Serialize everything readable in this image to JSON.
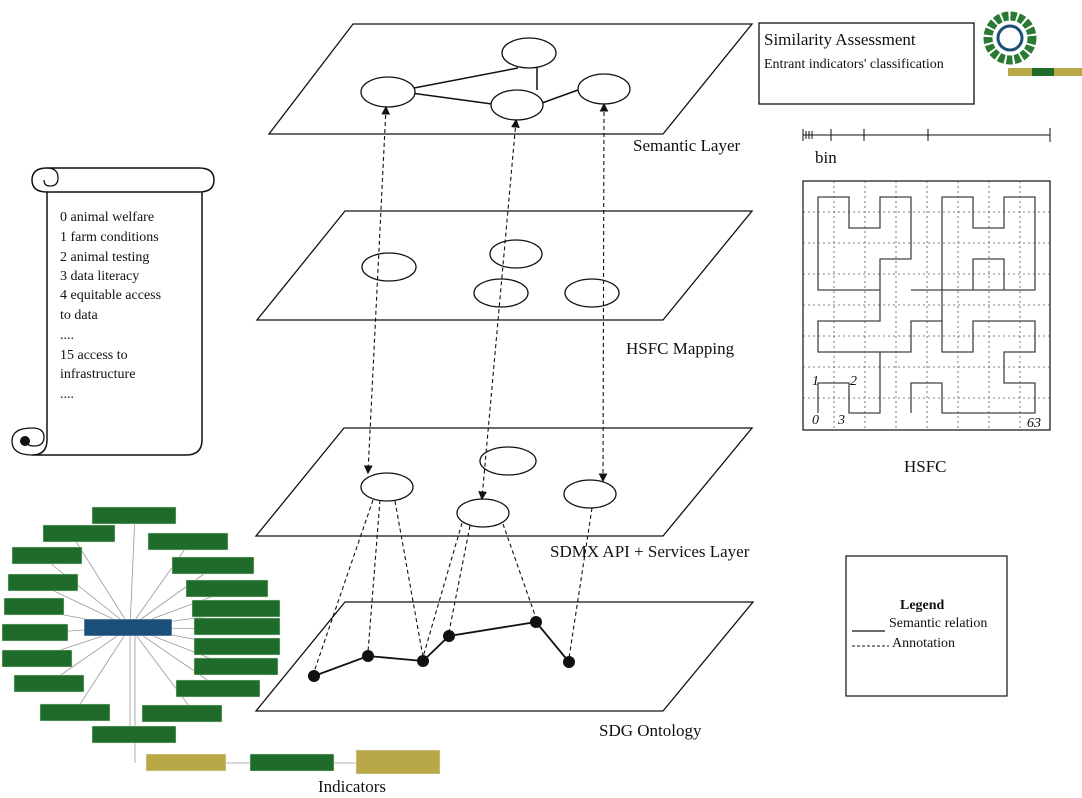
{
  "similarity_box": {
    "title": "Similarity Assessment",
    "subtitle": "Entrant indicators' classification"
  },
  "layers": {
    "semantic": "Semantic Layer",
    "hsfc_mapping": "HSFC Mapping",
    "sdmx": "SDMX API + Services Layer",
    "sdg": "SDG Ontology"
  },
  "scroll_list": {
    "items": [
      "0 animal welfare",
      "1 farm conditions",
      "2 animal testing",
      "3 data literacy",
      "4 equitable access",
      " to data",
      "....",
      "15 access to",
      "infrastructure",
      "...."
    ]
  },
  "bin_label": "bin",
  "hsfc_grid": {
    "label": "HSFC",
    "corner_labels": {
      "n1": "1",
      "n2": "2",
      "n0": "0",
      "n3": "3",
      "n63": "63"
    }
  },
  "legend": {
    "title": "Legend",
    "semantic": "Semantic relation",
    "annotation": "Annotation"
  },
  "indicators_label": "Indicators",
  "colors": {
    "green_node": "#1f6b2a",
    "blue_center": "#1b4f7a",
    "gold_node": "#b8a848"
  }
}
